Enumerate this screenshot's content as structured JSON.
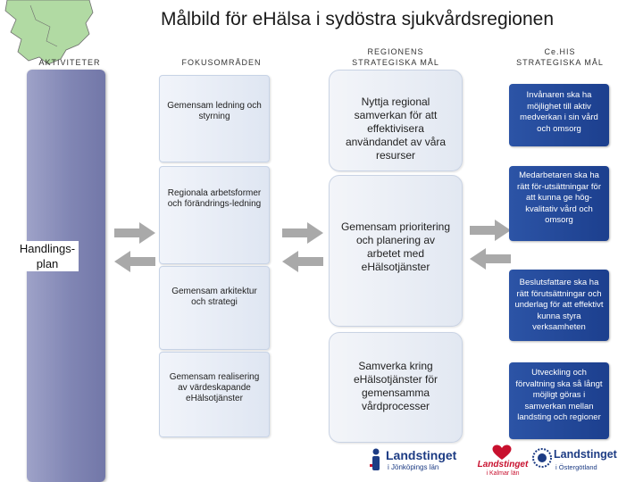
{
  "title": "Målbild för eHälsa i sydöstra sjukvårdsregionen",
  "columns": {
    "activities": "AKTIVITETER",
    "focus_areas": "FOKUSOMRÅDEN",
    "regional_goals": "REGIONENS STRATEGISKA MÅL",
    "cehis_goals": "Ce.HIS STRATEGISKA MÅL"
  },
  "activity_label": "Handlings-plan",
  "focus_areas": [
    "Gemensam ledning och styrning",
    "Regionala arbetsformer och förändrings-ledning",
    "Gemensam arkitektur och strategi",
    "Gemensam realisering av värdeskapande eHälsotjänster"
  ],
  "regional_goals": [
    "Nyttja regional samverkan för att effektivisera användandet av våra resurser",
    "Gemensam prioritering och planering av arbetet med eHälsotjänster",
    "Samverka kring eHälsotjänster för gemensamma vårdprocesser"
  ],
  "cehis_goals": [
    "Invånaren ska ha möjlighet till aktiv medverkan i sin vård och omsorg",
    "Medarbetaren ska ha rätt för-utsättningar för att kunna ge hög-kvalitativ vård och omsorg",
    "Beslutsfattare ska ha rätt förutsättningar och underlag för att effektivt kunna styra verksamheten",
    "Utveckling och förvaltning ska så långt möjligt göras i samverkan mellan landsting och regioner"
  ],
  "logos": {
    "jonkoping": {
      "name": "Landstinget",
      "sub": "i Jönköpings län"
    },
    "kalmar": {
      "name": "Landstinget",
      "sub": "i Kalmar län"
    },
    "ostergotland": {
      "name": "Landstinget",
      "sub": "i Östergötland"
    }
  },
  "colors": {
    "activity_bar": "#8186b4",
    "focus_box": "#e4eaf4",
    "goal_box": "#e8ecf3",
    "cehis_box": "#234a9c",
    "arrow": "#a9a9a9",
    "logo_blue": "#1d3c84",
    "logo_red": "#c8102e",
    "map_green": "#a9d69a"
  }
}
